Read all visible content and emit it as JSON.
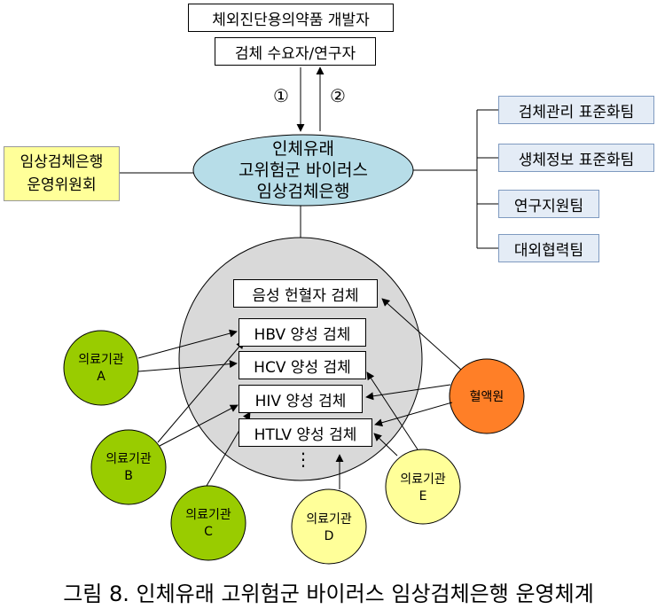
{
  "top": {
    "developers": "체외진단용의약품 개발자",
    "users": "검체 수요자/연구자",
    "step1": "①",
    "step2": "②"
  },
  "center": {
    "line1": "인체유래",
    "line2": "고위험군 바이러스",
    "line3": "임상검체은행"
  },
  "committee": {
    "line1": "임상검체은행",
    "line2": "운영위원회"
  },
  "teams": [
    "검체관리 표준화팀",
    "생체정보 표준화팀",
    "연구지원팀",
    "대외협력팀"
  ],
  "specimens": [
    "음성 헌혈자 검체",
    "HBV 양성 검체",
    "HCV 양성 검체",
    "HIV 양성 검체",
    "HTLV 양성 검체"
  ],
  "more": "⋮",
  "sources": {
    "a": {
      "name": "의료기관",
      "letter": "A"
    },
    "b": {
      "name": "의료기관",
      "letter": "B"
    },
    "c": {
      "name": "의료기관",
      "letter": "C"
    },
    "d": {
      "name": "의료기관",
      "letter": "D"
    },
    "e": {
      "name": "의료기관",
      "letter": "E"
    },
    "blood": {
      "name": "혈액원"
    }
  },
  "colors": {
    "center": "#b7dde8",
    "big_circle": "#d9d9d9",
    "green": "#99cc00",
    "yellow": "#ffff99",
    "orange": "#ff7f27",
    "committee": "#ffff99",
    "team": "#e4ecf6"
  },
  "caption": "그림 8.  인체유래 고위험군 바이러스 임상검체은행 운영체계"
}
